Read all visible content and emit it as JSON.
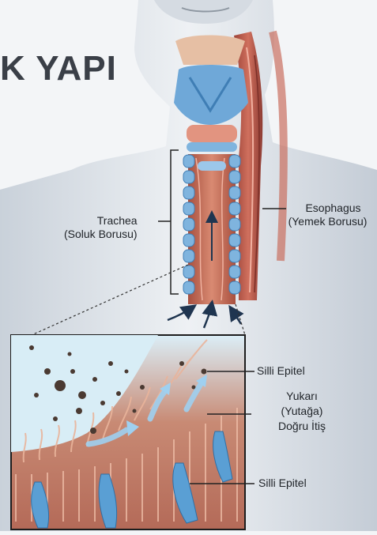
{
  "title": "K YAPI",
  "labels": {
    "trachea_line1": "Trachea",
    "trachea_line2": "(Soluk Borusu)",
    "esophagus_line1": "Esophagus",
    "esophagus_line2": "(Yemek Borusu)",
    "silli_epitel_top": "Silli Epitel",
    "push_line1": "Yukarı",
    "push_line2": "(Yutağa)",
    "push_line3": "Doğru İtiş",
    "silli_epitel_bottom": "Silli Epitel"
  },
  "colors": {
    "skin": "#dfe4ea",
    "cartilage": "#7fb4de",
    "trachea_wall": "#d9826e",
    "esophagus": "#b9574a",
    "mucus": "#cfe6f2",
    "cilia": "#e3a88e",
    "arrow": "#1f3550"
  }
}
